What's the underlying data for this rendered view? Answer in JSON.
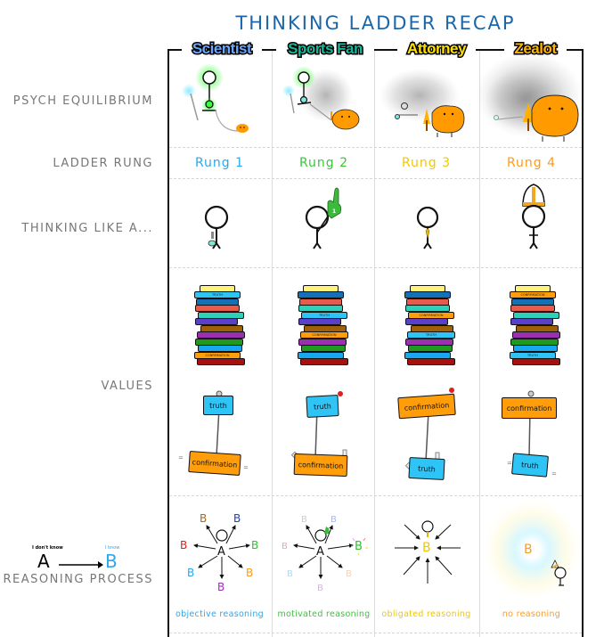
{
  "title": "THINKING LADDER RECAP",
  "columns": [
    {
      "label": "Scientist",
      "color": "#6aa7ff",
      "rung": "Rung 1",
      "rung_color": "#29a8f0",
      "reasoning": "objective reasoning",
      "reasoning_color": "#29a8f0"
    },
    {
      "label": "Sports Fan",
      "color": "#14b898",
      "rung": "Rung 2",
      "rung_color": "#3cc43c",
      "reasoning": "motivated reasoning",
      "reasoning_color": "#3cc43c"
    },
    {
      "label": "Attorney",
      "color": "#ffe000",
      "rung": "Rung 3",
      "rung_color": "#f0c800",
      "reasoning": "obligated reasoning",
      "reasoning_color": "#f0c800"
    },
    {
      "label": "Zealot",
      "color": "#ffb400",
      "rung": "Rung 4",
      "rung_color": "#ff9a1a",
      "reasoning": "no reasoning",
      "reasoning_color": "#ff9a1a"
    }
  ],
  "rows": {
    "psych_equilibrium": "PSYCH EQUILIBRIUM",
    "ladder_rung": "LADDER RUNG",
    "thinking_like": "THINKING LIKE A...",
    "values": "VALUES",
    "reasoning_process": "REASONING PROCESS"
  },
  "reasoning_legend": {
    "a_caption": "I don't know",
    "a_letter": "A",
    "b_caption": "I know",
    "b_letter": "B"
  },
  "values": {
    "book_labels": {
      "truth": "TRUTH",
      "confirmation": "CONFIRMATION"
    },
    "signs": [
      {
        "top": "truth",
        "bottom": "confirmation"
      },
      {
        "top": "truth",
        "bottom": "confirmation"
      },
      {
        "top": "confirmation",
        "bottom": "truth"
      },
      {
        "top": "confirmation",
        "bottom": "truth"
      }
    ]
  },
  "b_letter": "B",
  "a_letter": "A"
}
